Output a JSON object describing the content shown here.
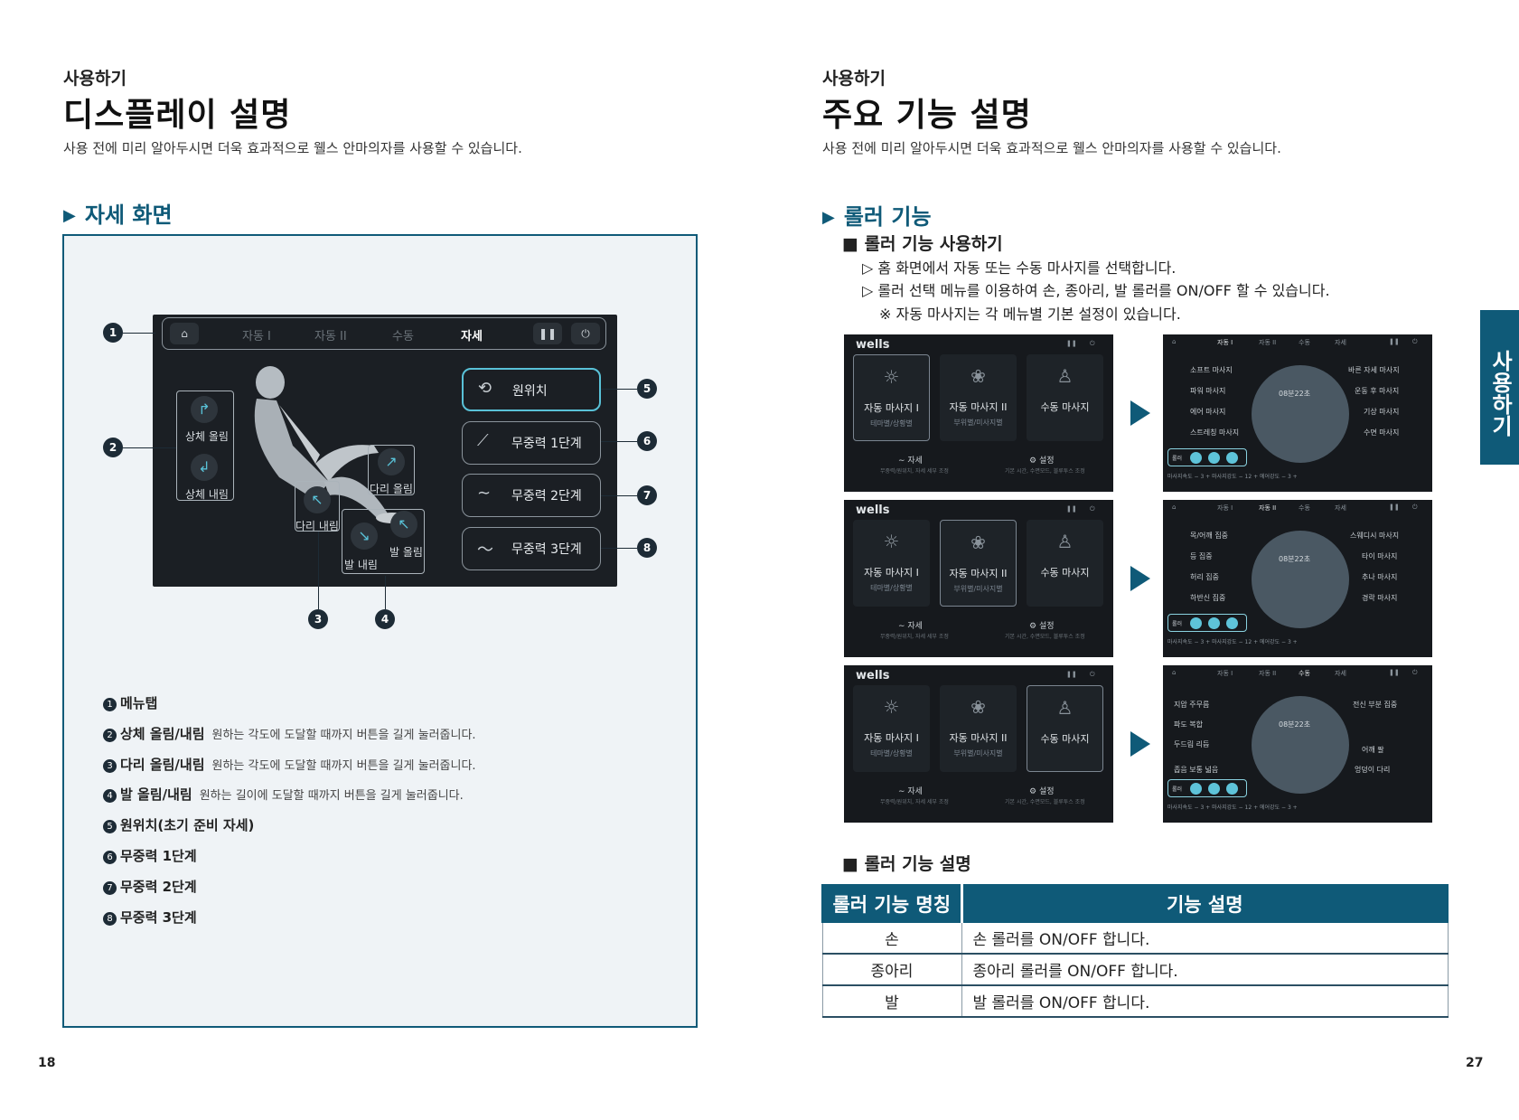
{
  "left": {
    "kicker": "사용하기",
    "title": "디스플레이 설명",
    "subtitle": "사용 전에 미리 알아두시면 더욱 효과적으로 웰스 안마의자를 사용할 수 있습니다.",
    "section": "자세 화면",
    "screen": {
      "tabs": [
        "자동 I",
        "자동 II",
        "수동",
        "자세"
      ],
      "upper_up": "상체 올림",
      "upper_down": "상체 내림",
      "leg_up": "다리 올림",
      "leg_down": "다리 내림",
      "foot_down": "발 내림",
      "foot_up": "발 올림",
      "buttons": [
        "원위치",
        "무중력 1단계",
        "무중력 2단계",
        "무중력 3단계"
      ]
    },
    "callouts": [
      "1",
      "2",
      "3",
      "4",
      "5",
      "6",
      "7",
      "8"
    ],
    "legend": [
      {
        "num": "1",
        "label": "메뉴탭",
        "desc": ""
      },
      {
        "num": "2",
        "label": "상체 올림/내림",
        "desc": "원하는 각도에 도달할 때까지 버튼을 길게 눌러줍니다."
      },
      {
        "num": "3",
        "label": "다리 올림/내림",
        "desc": "원하는 각도에 도달할 때까지 버튼을 길게 눌러줍니다."
      },
      {
        "num": "4",
        "label": "발 올림/내림",
        "desc": "원하는 길이에 도달할 때까지 버튼을 길게 눌러줍니다."
      },
      {
        "num": "5",
        "label": "원위치(초기 준비 자세)",
        "desc": ""
      },
      {
        "num": "6",
        "label": "무중력 1단계",
        "desc": ""
      },
      {
        "num": "7",
        "label": "무중력 2단계",
        "desc": ""
      },
      {
        "num": "8",
        "label": "무중력 3단계",
        "desc": ""
      }
    ],
    "page_number": "18"
  },
  "right": {
    "kicker": "사용하기",
    "title": "주요 기능 설명",
    "subtitle": "사용 전에 미리 알아두시면 더욱 효과적으로 웰스 안마의자를 사용할 수 있습니다.",
    "section": "롤러 기능",
    "sub1": "롤러 기능 사용하기",
    "bullets": [
      "홈 화면에서 자동 또는 수동 마사지를 선택합니다.",
      "롤러 선택 메뉴를 이용하여 손, 종아리, 발 롤러를 ON/OFF 할 수 있습니다."
    ],
    "note": "※ 자동 마사지는 각 메뉴별 기본 설정이 있습니다.",
    "home": {
      "brand": "wells",
      "tiles": [
        {
          "title": "자동 마사지 I",
          "sub": "테마별/상황별"
        },
        {
          "title": "자동 마사지 II",
          "sub": "부위별/미사지별"
        },
        {
          "title": "수동 마사지",
          "sub": ""
        }
      ],
      "footer_left": "자세",
      "footer_left_sub": "무중력/원위치, 자세 세부 조정",
      "footer_right": "설정",
      "footer_right_sub": "기본 시간, 수면모드, 블루투스 조정"
    },
    "menu_tabs": [
      "자동 I",
      "자동 II",
      "수동",
      "자세"
    ],
    "menu_time": "08분22초",
    "menu_roller_label": "롤러",
    "menu_bottom": "마사지속도 − 3 +   마사지강도 − 12 +   에어강도 − 3 +",
    "menus": [
      {
        "left": [
          "소프트 마사지",
          "파워 마사지",
          "에어 마사지",
          "스트레칭 마사지"
        ],
        "right": [
          "바른 자세 마사지",
          "운동 후 마사지",
          "기상 마사지",
          "수면 마사지"
        ]
      },
      {
        "left": [
          "목/어깨 집중",
          "등 집중",
          "허리 집중",
          "하반신 집중"
        ],
        "right": [
          "스웨디시 마사지",
          "타이 마사지",
          "추나 마사지",
          "경락 마사지"
        ]
      },
      {
        "left": [
          "지압  주무름",
          "파도  복합",
          "두드림  리듬",
          "좁음  보통  넓음"
        ],
        "right": [
          "전신  부분  집중",
          "",
          "어깨  팔",
          "엉덩이  다리"
        ]
      }
    ],
    "sub2": "롤러 기능 설명",
    "table": {
      "headers": [
        "롤러 기능 명칭",
        "기능 설명"
      ],
      "rows": [
        {
          "name": "손",
          "desc": "손 롤러를 ON/OFF 합니다."
        },
        {
          "name": "종아리",
          "desc": "종아리 롤러를  ON/OFF 합니다."
        },
        {
          "name": "발",
          "desc": "발 롤러를 ON/OFF 합니다."
        }
      ]
    },
    "side_tab": "사용하기",
    "page_number": "27"
  }
}
